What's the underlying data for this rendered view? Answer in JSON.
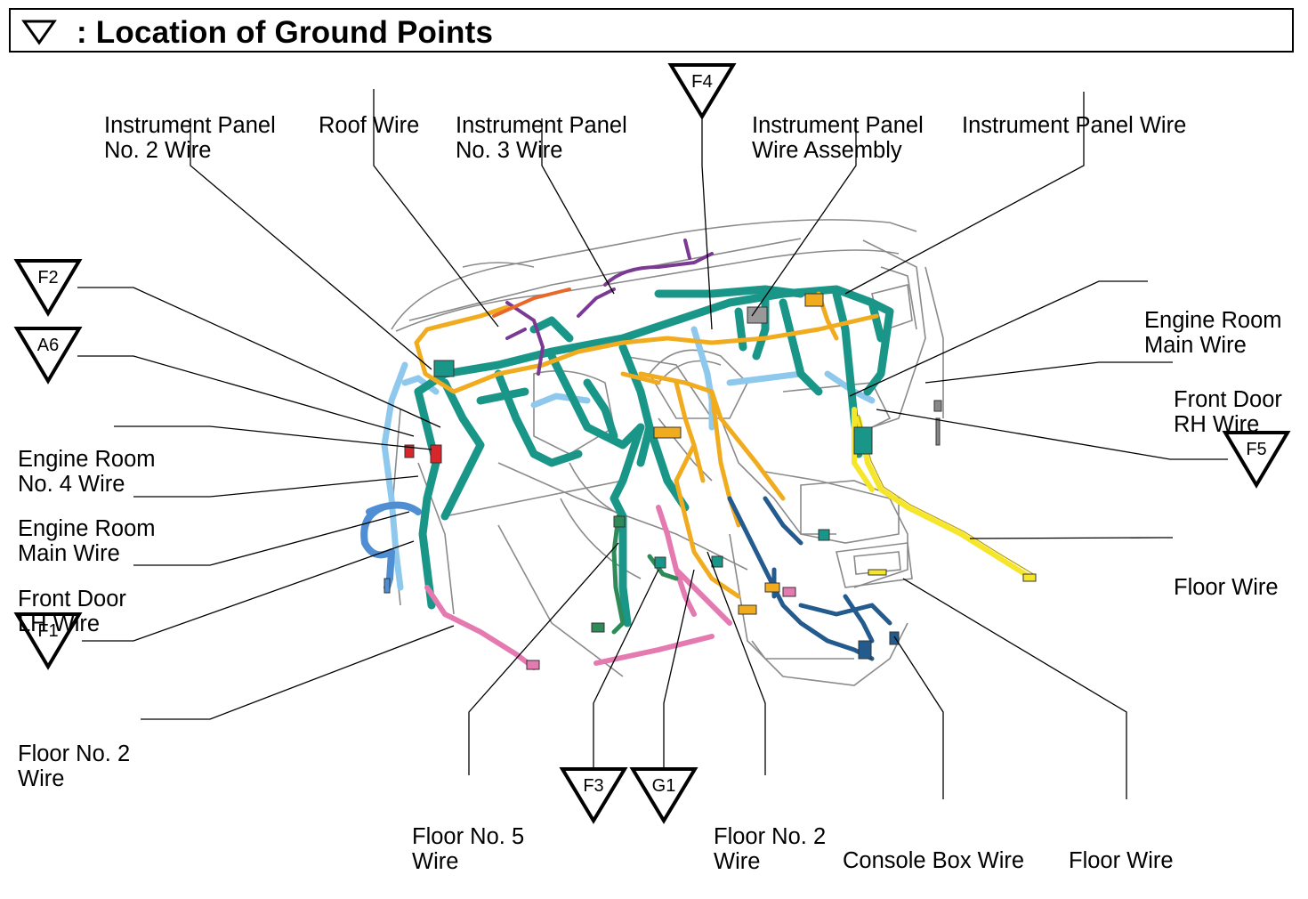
{
  "title": ": Location of Ground Points",
  "labels": {
    "ip2": [
      "Instrument Panel",
      "No. 2 Wire"
    ],
    "roof": [
      "Roof Wire"
    ],
    "ip3": [
      "Instrument Panel",
      "No. 3 Wire"
    ],
    "ipa": [
      "Instrument Panel",
      "Wire Assembly"
    ],
    "ipw": [
      "Instrument Panel Wire"
    ],
    "erm_r": [
      "Engine Room",
      "Main Wire"
    ],
    "fdrh": [
      "Front Door",
      "RH Wire"
    ],
    "floor_r": [
      "Floor Wire"
    ],
    "er4": [
      "Engine Room",
      "No. 4 Wire"
    ],
    "erm_l": [
      "Engine Room",
      "Main Wire"
    ],
    "fdlh": [
      "Front Door",
      "LH Wire"
    ],
    "fl2_l": [
      "Floor No. 2",
      "Wire"
    ],
    "fl5": [
      "Floor No. 5",
      "Wire"
    ],
    "fl2_b": [
      "Floor No. 2",
      "Wire"
    ],
    "console": [
      "Console Box Wire"
    ],
    "floor_b": [
      "Floor Wire"
    ]
  },
  "ground_points": [
    "F2",
    "A6",
    "F4",
    "F5",
    "F1",
    "F3",
    "G1"
  ],
  "colors": {
    "teal": "#1a9688",
    "orange": "#f0ab1e",
    "light_blue": "#8ec8ec",
    "blue": "#4f8ed2",
    "pink": "#e57ab0",
    "navy": "#245b8e",
    "purple": "#7a3a94",
    "yellow": "#f5e62a",
    "green": "#2e8b57",
    "red": "#d9262b",
    "outline": "#888888"
  },
  "icons": [
    "triangle-down-icon"
  ]
}
